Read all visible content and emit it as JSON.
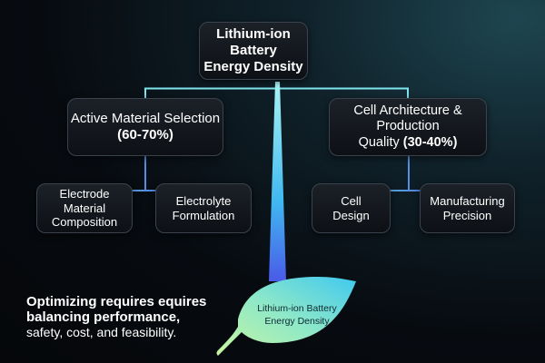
{
  "root": {
    "line1": "Lithium-ion Battery",
    "line2": "Energy Density"
  },
  "branches": [
    {
      "line1": "Active Material Selection",
      "line2": "(60-70%)",
      "children": [
        {
          "lines": [
            "Electrode",
            "Material",
            "Composition"
          ]
        },
        {
          "lines": [
            "Electrolyte",
            "Formulation"
          ]
        }
      ]
    },
    {
      "line1": "Cell Architecture & Production",
      "line2_plain": "Quality",
      "line2_bold": "(30-40%)",
      "children": [
        {
          "lines": [
            "Cell",
            "Design"
          ]
        },
        {
          "lines": [
            "Manufacturing",
            "Precision"
          ]
        }
      ]
    }
  ],
  "leaf": {
    "line1": "Lithium-ion Battery",
    "line2": "Energy Density"
  },
  "note": {
    "line1": "Optimizing requires equires",
    "line2": "balancing performance,",
    "line3": "safety, cost, and feasibility."
  },
  "colors": {
    "connector_cyan": "#7fe6f0",
    "connector_blue": "#4a5ae0",
    "leaf_green": "#b4f0a0",
    "leaf_cyan": "#4fd0e8"
  }
}
